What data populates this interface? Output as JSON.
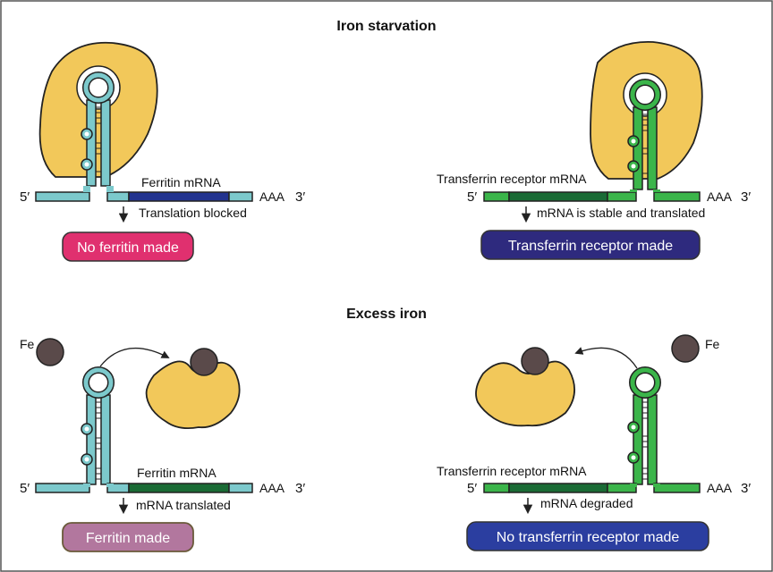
{
  "sections": {
    "top_title": "Iron starvation",
    "bottom_title": "Excess iron"
  },
  "panels": {
    "starve_ferritin": {
      "five_prime": "5′",
      "three_prime": "3′",
      "polyA": "AAA",
      "mrna_label": "Ferritin mRNA",
      "note": "Translation blocked",
      "result": "No ferritin made"
    },
    "starve_tfr": {
      "five_prime": "5′",
      "three_prime": "3′",
      "polyA": "AAA",
      "mrna_label": "Transferrin receptor mRNA",
      "note": "mRNA is stable and translated",
      "result": "Transferrin receptor made"
    },
    "excess_ferritin": {
      "five_prime": "5′",
      "three_prime": "3′",
      "polyA": "AAA",
      "mrna_label": "Ferritin mRNA",
      "note": "mRNA translated",
      "result": "Ferritin made",
      "iron_label": "Fe"
    },
    "excess_tfr": {
      "five_prime": "5′",
      "three_prime": "3′",
      "polyA": "AAA",
      "mrna_label": "Transferrin receptor mRNA",
      "note": "mRNA degraded",
      "result": "No transferrin receptor made",
      "iron_label": "Fe"
    }
  },
  "colors": {
    "ferritin_rna": "#7cc9cc",
    "tfr_rna": "#3bb54a",
    "ferritin_coding_dark": "#22338f",
    "tfr_coding_dark": "#1a6b35",
    "irp_protein": "#f2c85a",
    "iron": "#5a4a4a",
    "pill_pink": "#e0306f",
    "pill_navy": "#2e2a7e",
    "pill_mauve": "#b2779e",
    "pill_blue": "#2b3ea0"
  }
}
